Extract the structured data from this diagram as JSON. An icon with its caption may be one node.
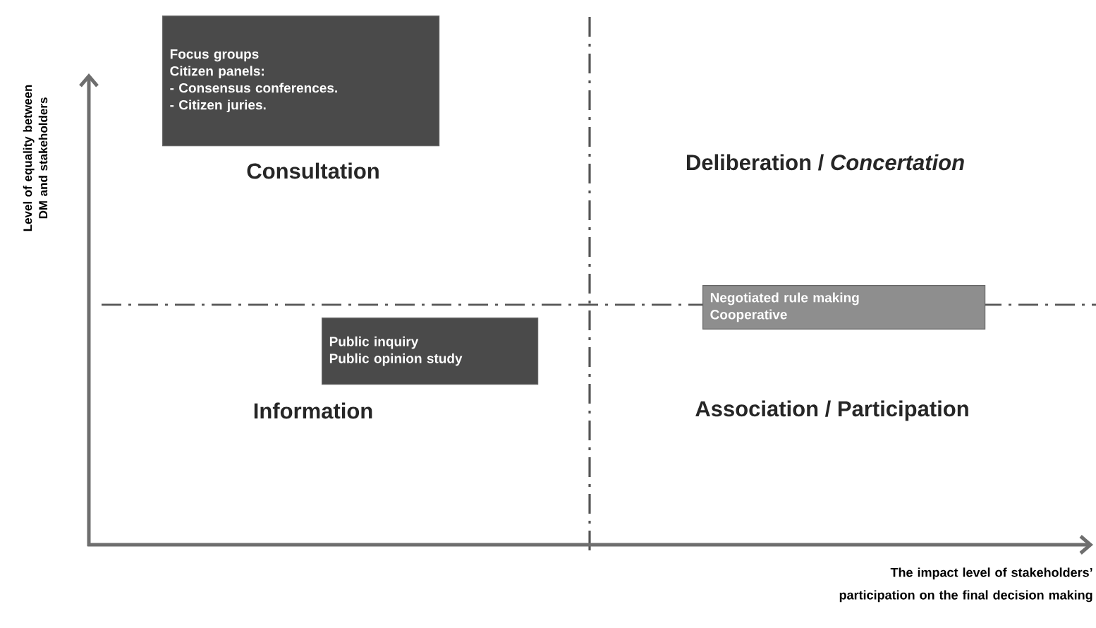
{
  "diagram": {
    "nodes": [
      {
        "text": [
          "Focus groups",
          "Citizen panels:",
          "- Consensus conferences.",
          "- Citizen juries."
        ]
      },
      {
        "text": [
          "Public inquiry",
          "Public opinion study"
        ]
      },
      {
        "text": [
          "Negotiated rule making",
          "Cooperative"
        ]
      }
    ],
    "labels": [
      "Level of equality between DM and stakeholders",
      "Consultation",
      "Deliberation / *Concertation*",
      "Information",
      "Association / Participation",
      "The impact level of stakeholders’ participation on the final decision making"
    ]
  }
}
